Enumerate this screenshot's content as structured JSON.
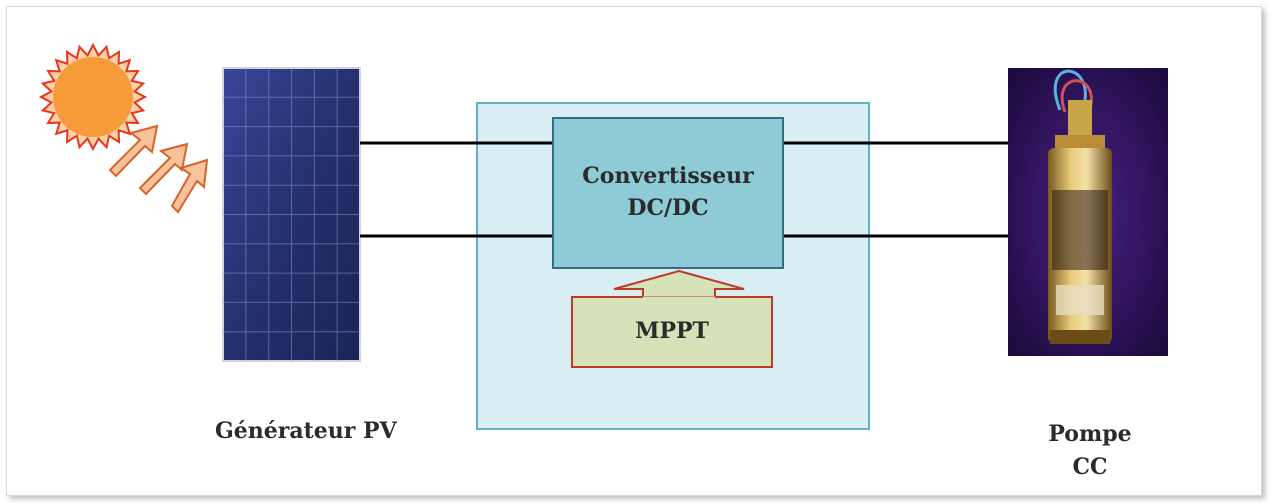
{
  "diagram": {
    "converter": {
      "line1": "Convertisseur",
      "line2": "DC/DC"
    },
    "mppt": {
      "label": "MPPT"
    },
    "pv_generator": {
      "label": "Générateur PV"
    },
    "pump": {
      "line1": "Pompe",
      "line2": "CC"
    }
  },
  "colors": {
    "sun": "#f79a3a",
    "sun_rays": "#e8351b",
    "arrows_fill": "#f8c39a",
    "arrows_stroke": "#d9622b",
    "panel": "#27306e",
    "outer_box": "#d9eef3",
    "converter_box": "#8ecbd6",
    "mppt_fill": "#d6e3b9",
    "mppt_stroke": "#c0392b"
  }
}
